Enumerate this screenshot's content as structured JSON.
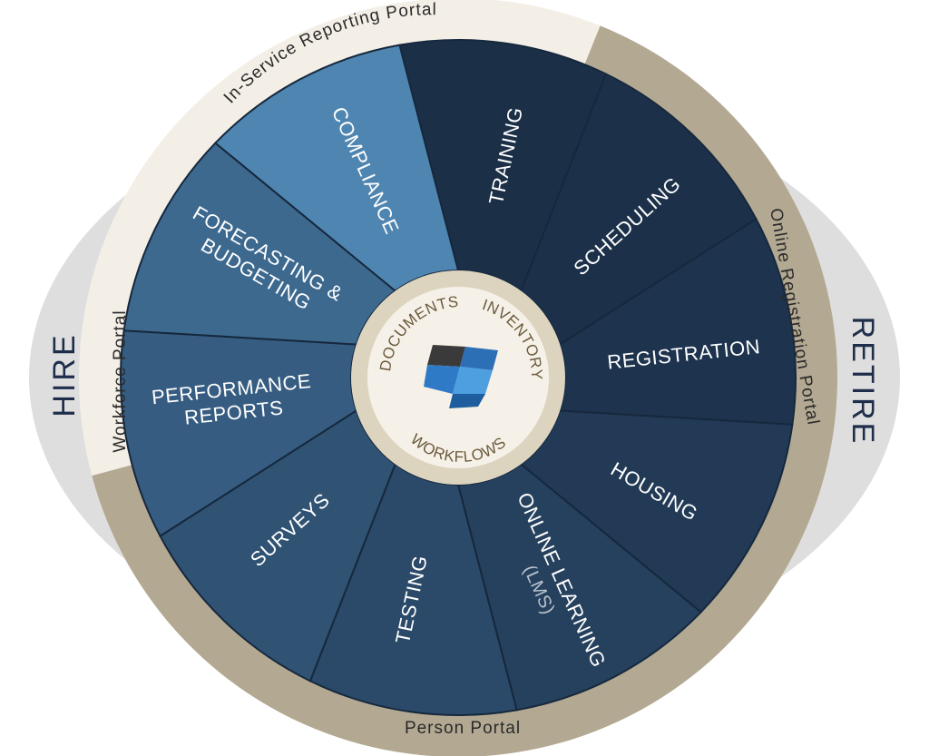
{
  "side_labels": {
    "left": "HIRE",
    "right": "RETIRE"
  },
  "portals": {
    "top": "In-Service Reporting Portal",
    "left": "Workforce Portal",
    "right": "Online Registration Portal",
    "bottom": "Person Portal"
  },
  "segments": [
    {
      "label": "TRAINING",
      "sub": "",
      "color": "#1b2f47"
    },
    {
      "label": "SCHEDULING",
      "sub": "",
      "color": "#1c3149"
    },
    {
      "label": "REGISTRATION",
      "sub": "",
      "color": "#1e344e"
    },
    {
      "label": "HOUSING",
      "sub": "",
      "color": "#223a55"
    },
    {
      "label": "ONLINE LEARNING",
      "sub": "(LMS)",
      "color": "#26415d"
    },
    {
      "label": "TESTING",
      "sub": "",
      "color": "#2b4a69"
    },
    {
      "label": "SURVEYS",
      "sub": "",
      "color": "#305374"
    },
    {
      "label": "PERFORMANCE",
      "sub": "REPORTS",
      "color": "#365d81"
    },
    {
      "label": "FORECASTING &",
      "sub": "BUDGETING",
      "color": "#3d698f"
    },
    {
      "label": "COMPLIANCE",
      "sub": "",
      "color": "#4f86b1"
    }
  ],
  "hub": {
    "labels": [
      "DOCUMENTS",
      "INVENTORY",
      "WORKFLOWS"
    ],
    "logo": "cube-logo-icon"
  },
  "colors": {
    "ring_light": "#f4efe6",
    "ring_taupe": "#b3a892",
    "ellipse": "#dedede",
    "hub_outer": "#ddd4c0",
    "hub_inner": "#f6f1e8"
  }
}
